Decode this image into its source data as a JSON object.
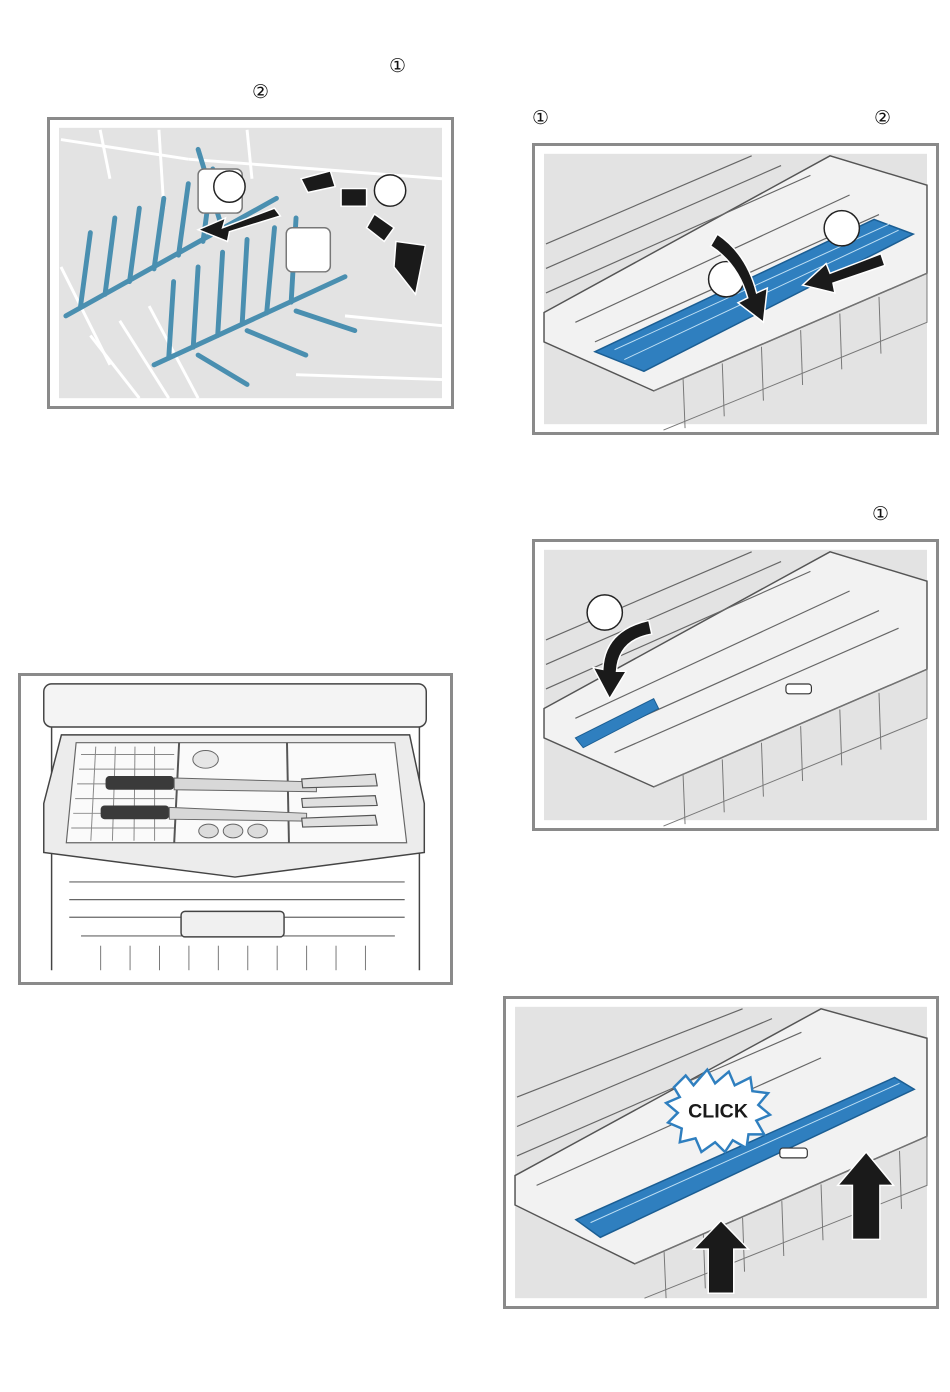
{
  "markers": {
    "fig1_marker_1": "①",
    "fig1_marker_2": "②",
    "fig2_marker_1": "①",
    "fig2_marker_2": "②",
    "fig3_marker_1": "①"
  },
  "figures": {
    "click_label": "CLICK"
  },
  "colors": {
    "panel_border": "#8a8a8a",
    "panel_background": "#e3e3e3",
    "rack_blue": "#4a8fb0",
    "highlight_blue": "#2f7fbf",
    "arrow_black": "#1a1a1a"
  }
}
